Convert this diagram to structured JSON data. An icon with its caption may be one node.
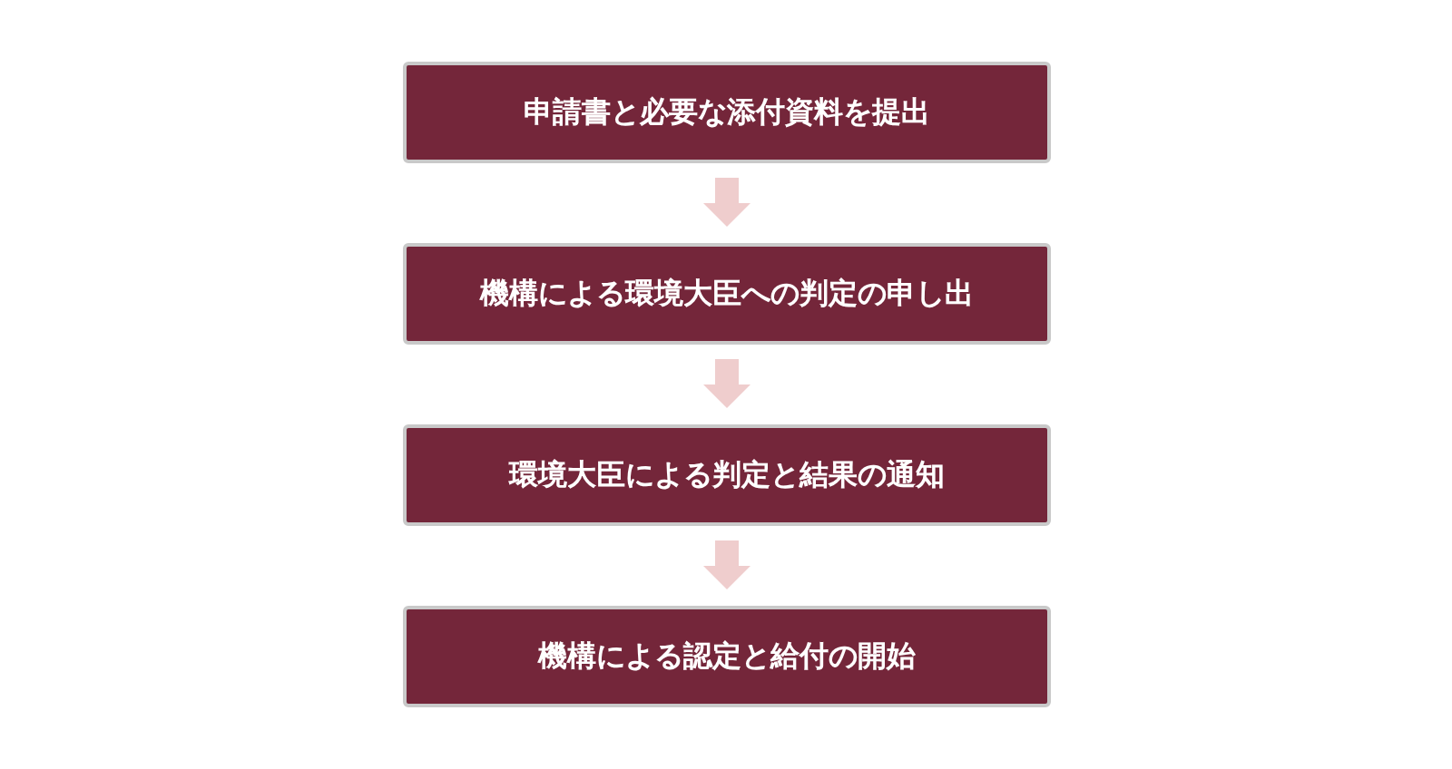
{
  "diagram": {
    "nodes": [
      {
        "text": [
          "申請書と必要な添付資料を提出"
        ]
      },
      {
        "text": [
          "機構による環境大臣への判定の申し出"
        ]
      },
      {
        "text": [
          "環境大臣による判定と結果の通知"
        ]
      },
      {
        "text": [
          "機構による認定と給付の開始"
        ]
      }
    ],
    "edges": [
      {
        "from": 0,
        "to": 1,
        "arrow": "to"
      },
      {
        "from": 1,
        "to": 2,
        "arrow": "to"
      },
      {
        "from": 2,
        "to": 3,
        "arrow": "to"
      }
    ]
  }
}
